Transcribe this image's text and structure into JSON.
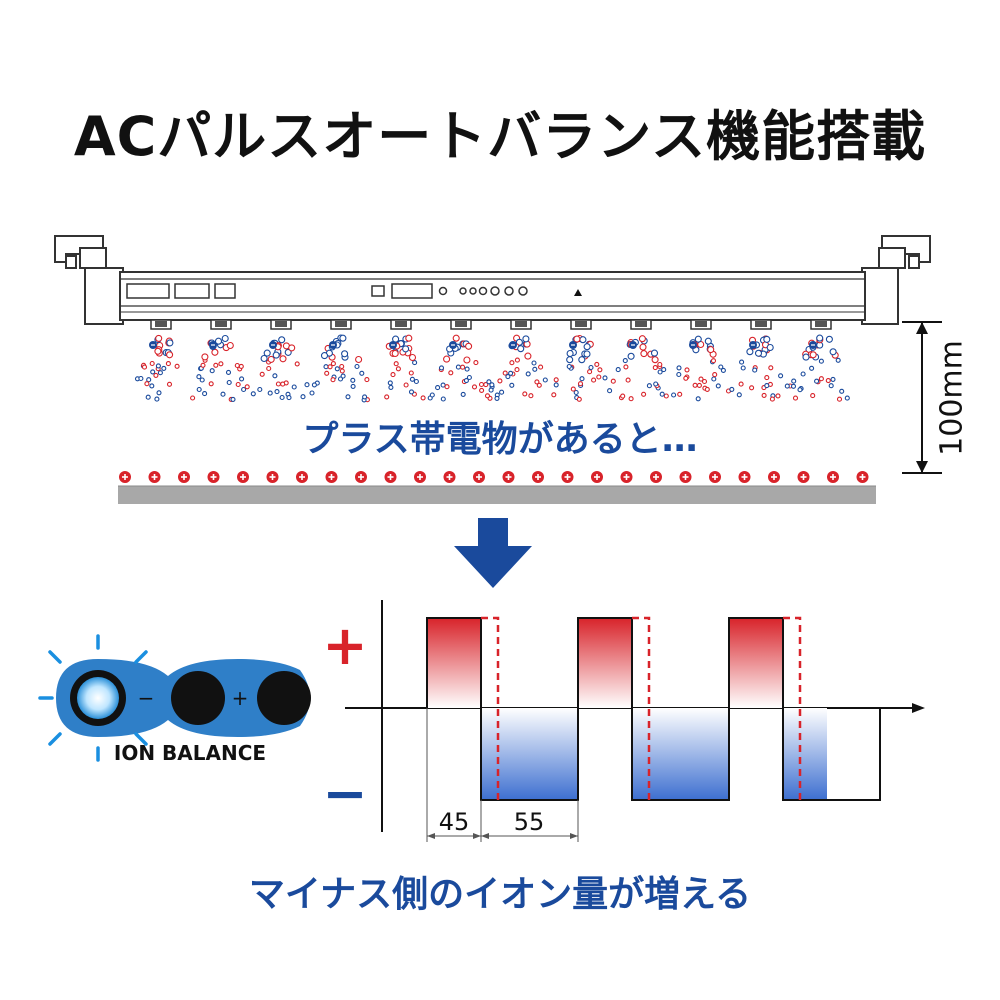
{
  "title": "ACパルスオートバランス機能搭載",
  "distance_label": "100mm",
  "caption_top": "プラス帯電物があると…",
  "caption_bottom": "マイナス側のイオン量が増える",
  "ion_balance_label": "ION BALANCE",
  "ion_indicator": {
    "minus_sign": "−",
    "plus_sign": "+"
  },
  "waveform": {
    "plus_sign": "+",
    "minus_sign": "−",
    "duty_negative_label": "45",
    "duty_positive_label": "55",
    "cycles": 3
  },
  "colors": {
    "blue": "#1a4a9c",
    "red": "#d8232a",
    "gray": "#a8a8a8",
    "ink": "#111111"
  }
}
